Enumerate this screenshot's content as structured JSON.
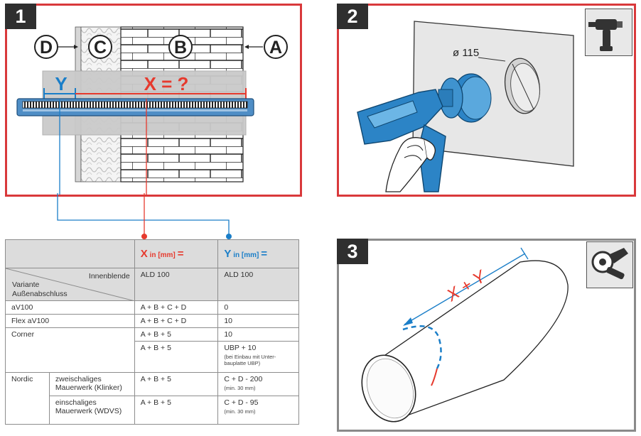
{
  "panel1": {
    "step": "1",
    "labels": {
      "a": "A",
      "b": "B",
      "c": "C",
      "d": "D"
    },
    "y_label": "Y",
    "x_label": "X = ?"
  },
  "panel2": {
    "step": "2",
    "diameter": "ø 115",
    "tool_icon": "drill-icon"
  },
  "panel3": {
    "step": "3",
    "dimension": "X + Y",
    "tool_icon": "angle-grinder-icon"
  },
  "table": {
    "header": {
      "x_symbol": "X",
      "x_unit": "in [mm]",
      "x_eq": "=",
      "y_symbol": "Y",
      "y_unit": "in [mm]",
      "y_eq": "="
    },
    "row_header": {
      "innenblende": "Innenblende",
      "variante": "Variante",
      "aussen": "Außenabschluss",
      "x_value": "ALD 100",
      "y_value": "ALD 100"
    },
    "rows": [
      {
        "name": "aV100",
        "x": "A + B + C + D",
        "y": "0"
      },
      {
        "name": "Flex aV100",
        "x": "A + B + C + D",
        "y": "10"
      },
      {
        "name": "Corner",
        "x": "A + B + 5",
        "y": "10"
      },
      {
        "name": "",
        "x": "A + B + 5",
        "y": "UBP + 10",
        "y_note": "(bei Einbau mit Unter-bauplatte UBP)"
      },
      {
        "name": "Nordic",
        "sub": "zweischaliges Mauerwerk (Klinker)",
        "x": "A + B + 5",
        "y": "C + D - 200",
        "y_note": "(min. 30 mm)"
      },
      {
        "name": "",
        "sub": "einschaliges Mauerwerk (WDVS)",
        "x": "A + B + 5",
        "y": "C + D - 95",
        "y_note": "(min. 30 mm)"
      }
    ]
  },
  "colors": {
    "red": "#e63a2e",
    "blue": "#1a7ec8",
    "border_red": "#d9393b"
  }
}
